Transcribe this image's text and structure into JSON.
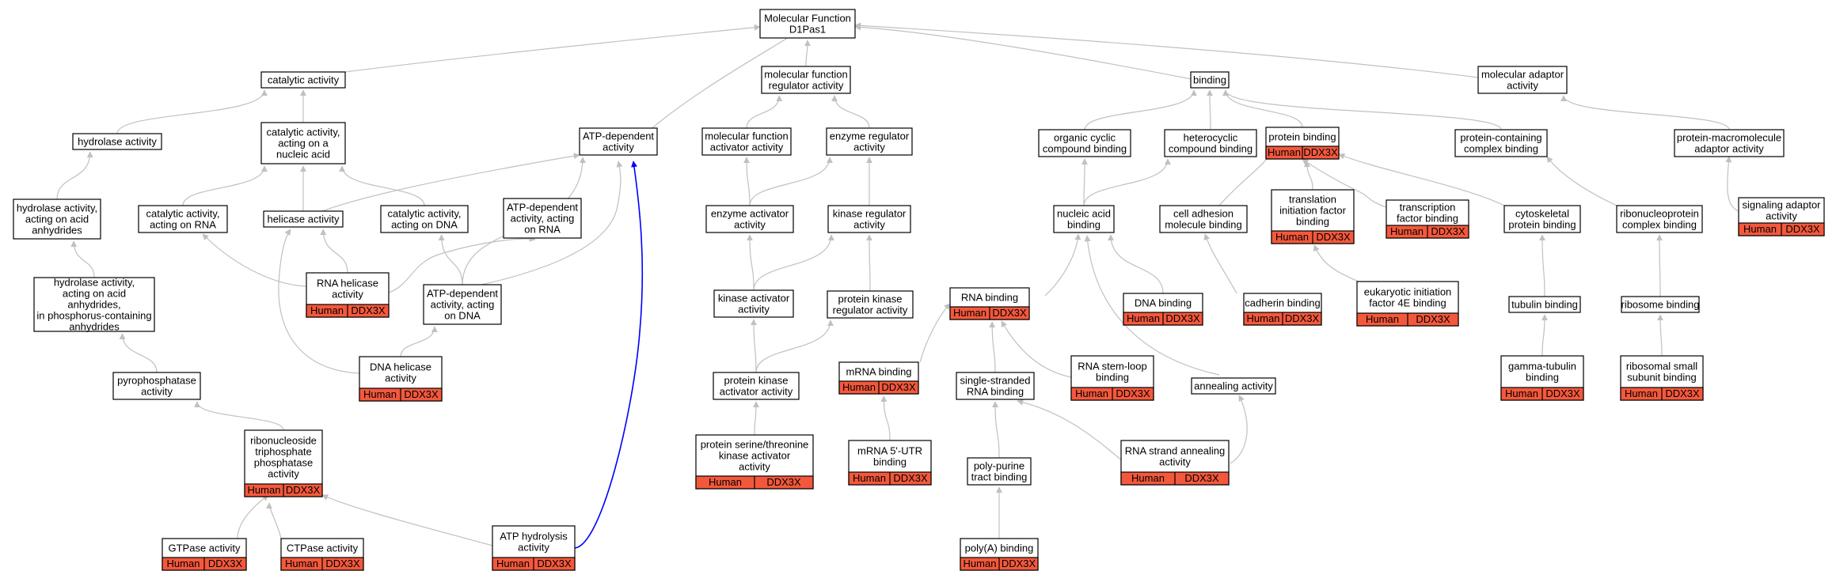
{
  "colors": {
    "edge": "#c0c0c0",
    "highlight_edge": "#0000ff",
    "node_border": "#000000",
    "annotation_fill": "#f4583c",
    "node_fill": "#ffffff"
  },
  "annotation": {
    "species": "Human",
    "gene": "DDX3X"
  },
  "nodes": [
    {
      "id": "mf",
      "lines": [
        "Molecular Function",
        "D1Pas1"
      ],
      "annotated": false
    },
    {
      "id": "catalytic",
      "lines": [
        "catalytic activity"
      ],
      "annotated": false
    },
    {
      "id": "mfreg",
      "lines": [
        "molecular function",
        "regulator activity"
      ],
      "annotated": false
    },
    {
      "id": "binding",
      "lines": [
        "binding"
      ],
      "annotated": false
    },
    {
      "id": "adaptor",
      "lines": [
        "molecular adaptor",
        "activity"
      ],
      "annotated": false
    },
    {
      "id": "hydrolase",
      "lines": [
        "hydrolase activity"
      ],
      "annotated": false
    },
    {
      "id": "cat_nucleic",
      "lines": [
        "catalytic activity,",
        "acting on a",
        "nucleic acid"
      ],
      "annotated": false
    },
    {
      "id": "atp_dep",
      "lines": [
        "ATP-dependent",
        "activity"
      ],
      "annotated": false
    },
    {
      "id": "mf_activator",
      "lines": [
        "molecular function",
        "activator activity"
      ],
      "annotated": false
    },
    {
      "id": "enz_reg",
      "lines": [
        "enzyme regulator",
        "activity"
      ],
      "annotated": false
    },
    {
      "id": "org_cyclic",
      "lines": [
        "organic cyclic",
        "compound binding"
      ],
      "annotated": false
    },
    {
      "id": "heterocyclic",
      "lines": [
        "heterocyclic",
        "compound binding"
      ],
      "annotated": false
    },
    {
      "id": "protein_binding",
      "lines": [
        "protein binding"
      ],
      "annotated": true
    },
    {
      "id": "prot_cont",
      "lines": [
        "protein-containing",
        "complex binding"
      ],
      "annotated": false
    },
    {
      "id": "prot_macro",
      "lines": [
        "protein-macromolecule",
        "adaptor activity"
      ],
      "annotated": false
    },
    {
      "id": "hyd_anhydrides",
      "lines": [
        "hydrolase activity,",
        "acting on acid",
        "anhydrides"
      ],
      "annotated": false
    },
    {
      "id": "cat_rna",
      "lines": [
        "catalytic activity,",
        "acting on RNA"
      ],
      "annotated": false
    },
    {
      "id": "helicase",
      "lines": [
        "helicase activity"
      ],
      "annotated": false
    },
    {
      "id": "cat_dna",
      "lines": [
        "catalytic activity,",
        "acting on DNA"
      ],
      "annotated": false
    },
    {
      "id": "atp_rna",
      "lines": [
        "ATP-dependent",
        "activity, acting",
        "on RNA"
      ],
      "annotated": false
    },
    {
      "id": "enz_activator",
      "lines": [
        "enzyme activator",
        "activity"
      ],
      "annotated": false
    },
    {
      "id": "kin_reg",
      "lines": [
        "kinase regulator",
        "activity"
      ],
      "annotated": false
    },
    {
      "id": "nucleic_binding",
      "lines": [
        "nucleic acid",
        "binding"
      ],
      "annotated": false
    },
    {
      "id": "cell_adhesion",
      "lines": [
        "cell adhesion",
        "molecule binding"
      ],
      "annotated": false
    },
    {
      "id": "translation_init",
      "lines": [
        "translation",
        "initiation factor",
        "binding"
      ],
      "annotated": true
    },
    {
      "id": "tf_binding",
      "lines": [
        "transcription",
        "factor binding"
      ],
      "annotated": true
    },
    {
      "id": "cytoskeletal",
      "lines": [
        "cytoskeletal",
        "protein binding"
      ],
      "annotated": false
    },
    {
      "id": "ribonucleoprotein",
      "lines": [
        "ribonucleoprotein",
        "complex binding"
      ],
      "annotated": false
    },
    {
      "id": "signaling_adaptor",
      "lines": [
        "signaling adaptor",
        "activity"
      ],
      "annotated": true
    },
    {
      "id": "hyd_phosphorus",
      "lines": [
        "hydrolase activity,",
        "acting on acid",
        "anhydrides,",
        "in phosphorus-containing",
        "anhydrides"
      ],
      "annotated": false
    },
    {
      "id": "rna_helicase",
      "lines": [
        "RNA helicase",
        "activity"
      ],
      "annotated": true
    },
    {
      "id": "atp_dna",
      "lines": [
        "ATP-dependent",
        "activity, acting",
        "on DNA"
      ],
      "annotated": false
    },
    {
      "id": "kin_activator",
      "lines": [
        "kinase activator",
        "activity"
      ],
      "annotated": false
    },
    {
      "id": "pk_reg",
      "lines": [
        "protein kinase",
        "regulator activity"
      ],
      "annotated": false
    },
    {
      "id": "rna_binding",
      "lines": [
        "RNA binding"
      ],
      "annotated": true
    },
    {
      "id": "dna_binding",
      "lines": [
        "DNA binding"
      ],
      "annotated": true
    },
    {
      "id": "cadherin",
      "lines": [
        "cadherin binding"
      ],
      "annotated": true
    },
    {
      "id": "eif4e",
      "lines": [
        "eukaryotic initiation",
        "factor 4E binding"
      ],
      "annotated": true
    },
    {
      "id": "tubulin",
      "lines": [
        "tubulin binding"
      ],
      "annotated": false
    },
    {
      "id": "ribosome",
      "lines": [
        "ribosome binding"
      ],
      "annotated": false
    },
    {
      "id": "pyrophosphatase",
      "lines": [
        "pyrophosphatase",
        "activity"
      ],
      "annotated": false
    },
    {
      "id": "dna_helicase",
      "lines": [
        "DNA helicase",
        "activity"
      ],
      "annotated": true
    },
    {
      "id": "pk_activator",
      "lines": [
        "protein kinase",
        "activator activity"
      ],
      "annotated": false
    },
    {
      "id": "mrna_binding",
      "lines": [
        "mRNA binding"
      ],
      "annotated": true
    },
    {
      "id": "ss_rna",
      "lines": [
        "single-stranded",
        "RNA binding"
      ],
      "annotated": false
    },
    {
      "id": "stem_loop",
      "lines": [
        "RNA stem-loop",
        "binding"
      ],
      "annotated": true
    },
    {
      "id": "annealing",
      "lines": [
        "annealing activity"
      ],
      "annotated": false
    },
    {
      "id": "gamma_tubulin",
      "lines": [
        "gamma-tubulin",
        "binding"
      ],
      "annotated": true
    },
    {
      "id": "ribosomal_small",
      "lines": [
        "ribosomal small",
        "subunit binding"
      ],
      "annotated": true
    },
    {
      "id": "rntp",
      "lines": [
        "ribonucleoside",
        "triphosphate",
        "phosphatase",
        "activity"
      ],
      "annotated": true
    },
    {
      "id": "pst_kin",
      "lines": [
        "protein serine/threonine",
        "kinase activator",
        "activity"
      ],
      "annotated": true
    },
    {
      "id": "mrna_utr",
      "lines": [
        "mRNA 5'-UTR",
        "binding"
      ],
      "annotated": true
    },
    {
      "id": "polypurine",
      "lines": [
        "poly-purine",
        "tract binding"
      ],
      "annotated": false
    },
    {
      "id": "rna_strand",
      "lines": [
        "RNA strand annealing",
        "activity"
      ],
      "annotated": true
    },
    {
      "id": "gtpase",
      "lines": [
        "GTPase activity"
      ],
      "annotated": true
    },
    {
      "id": "ctpase",
      "lines": [
        "CTPase activity"
      ],
      "annotated": true
    },
    {
      "id": "atp_hydrolysis",
      "lines": [
        "ATP hydrolysis",
        "activity"
      ],
      "annotated": true
    },
    {
      "id": "polya",
      "lines": [
        "poly(A) binding"
      ],
      "annotated": true
    }
  ],
  "edges": [
    {
      "from": "catalytic",
      "to": "mf"
    },
    {
      "from": "mfreg",
      "to": "mf"
    },
    {
      "from": "binding",
      "to": "mf"
    },
    {
      "from": "adaptor",
      "to": "mf"
    },
    {
      "from": "atp_dep",
      "to": "mf"
    },
    {
      "from": "hydrolase",
      "to": "catalytic"
    },
    {
      "from": "cat_nucleic",
      "to": "catalytic"
    },
    {
      "from": "mf_activator",
      "to": "mfreg"
    },
    {
      "from": "enz_reg",
      "to": "mfreg"
    },
    {
      "from": "org_cyclic",
      "to": "binding"
    },
    {
      "from": "heterocyclic",
      "to": "binding"
    },
    {
      "from": "protein_binding",
      "to": "binding"
    },
    {
      "from": "prot_cont",
      "to": "binding"
    },
    {
      "from": "prot_macro",
      "to": "adaptor"
    },
    {
      "from": "hyd_anhydrides",
      "to": "hydrolase"
    },
    {
      "from": "cat_rna",
      "to": "cat_nucleic"
    },
    {
      "from": "helicase",
      "to": "cat_nucleic"
    },
    {
      "from": "cat_dna",
      "to": "cat_nucleic"
    },
    {
      "from": "helicase",
      "to": "atp_dep"
    },
    {
      "from": "atp_rna",
      "to": "atp_dep"
    },
    {
      "from": "atp_dna",
      "to": "atp_dep"
    },
    {
      "from": "enz_activator",
      "to": "mf_activator"
    },
    {
      "from": "enz_activator",
      "to": "enz_reg"
    },
    {
      "from": "kin_reg",
      "to": "enz_reg"
    },
    {
      "from": "nucleic_binding",
      "to": "org_cyclic"
    },
    {
      "from": "nucleic_binding",
      "to": "heterocyclic"
    },
    {
      "from": "cell_adhesion",
      "to": "protein_binding"
    },
    {
      "from": "translation_init",
      "to": "protein_binding"
    },
    {
      "from": "tf_binding",
      "to": "protein_binding"
    },
    {
      "from": "cytoskeletal",
      "to": "protein_binding"
    },
    {
      "from": "ribonucleoprotein",
      "to": "prot_cont"
    },
    {
      "from": "signaling_adaptor",
      "to": "prot_macro"
    },
    {
      "from": "hyd_phosphorus",
      "to": "hyd_anhydrides"
    },
    {
      "from": "rna_helicase",
      "to": "cat_rna"
    },
    {
      "from": "rna_helicase",
      "to": "helicase"
    },
    {
      "from": "rna_helicase",
      "to": "atp_rna"
    },
    {
      "from": "dna_helicase",
      "to": "helicase"
    },
    {
      "from": "dna_helicase",
      "to": "atp_dna"
    },
    {
      "from": "atp_dna",
      "to": "cat_dna"
    },
    {
      "from": "kin_activator",
      "to": "enz_activator"
    },
    {
      "from": "kin_activator",
      "to": "kin_reg"
    },
    {
      "from": "pk_reg",
      "to": "kin_reg"
    },
    {
      "from": "rna_binding",
      "to": "nucleic_binding"
    },
    {
      "from": "dna_binding",
      "to": "nucleic_binding"
    },
    {
      "from": "annealing",
      "to": "nucleic_binding"
    },
    {
      "from": "cadherin",
      "to": "cell_adhesion"
    },
    {
      "from": "eif4e",
      "to": "translation_init"
    },
    {
      "from": "tubulin",
      "to": "cytoskeletal"
    },
    {
      "from": "ribosome",
      "to": "ribonucleoprotein"
    },
    {
      "from": "pyrophosphatase",
      "to": "hyd_phosphorus"
    },
    {
      "from": "pk_activator",
      "to": "kin_activator"
    },
    {
      "from": "pk_activator",
      "to": "pk_reg"
    },
    {
      "from": "mrna_binding",
      "to": "rna_binding"
    },
    {
      "from": "ss_rna",
      "to": "rna_binding"
    },
    {
      "from": "stem_loop",
      "to": "rna_binding"
    },
    {
      "from": "gamma_tubulin",
      "to": "tubulin"
    },
    {
      "from": "ribosomal_small",
      "to": "ribosome"
    },
    {
      "from": "rntp",
      "to": "pyrophosphatase"
    },
    {
      "from": "pst_kin",
      "to": "pk_activator"
    },
    {
      "from": "mrna_utr",
      "to": "mrna_binding"
    },
    {
      "from": "polypurine",
      "to": "ss_rna"
    },
    {
      "from": "rna_strand",
      "to": "ss_rna"
    },
    {
      "from": "rna_strand",
      "to": "annealing"
    },
    {
      "from": "gtpase",
      "to": "rntp"
    },
    {
      "from": "ctpase",
      "to": "rntp"
    },
    {
      "from": "atp_hydrolysis",
      "to": "rntp"
    },
    {
      "from": "polya",
      "to": "polypurine"
    },
    {
      "from": "atp_hydrolysis",
      "to": "atp_dep",
      "highlight": true
    }
  ]
}
